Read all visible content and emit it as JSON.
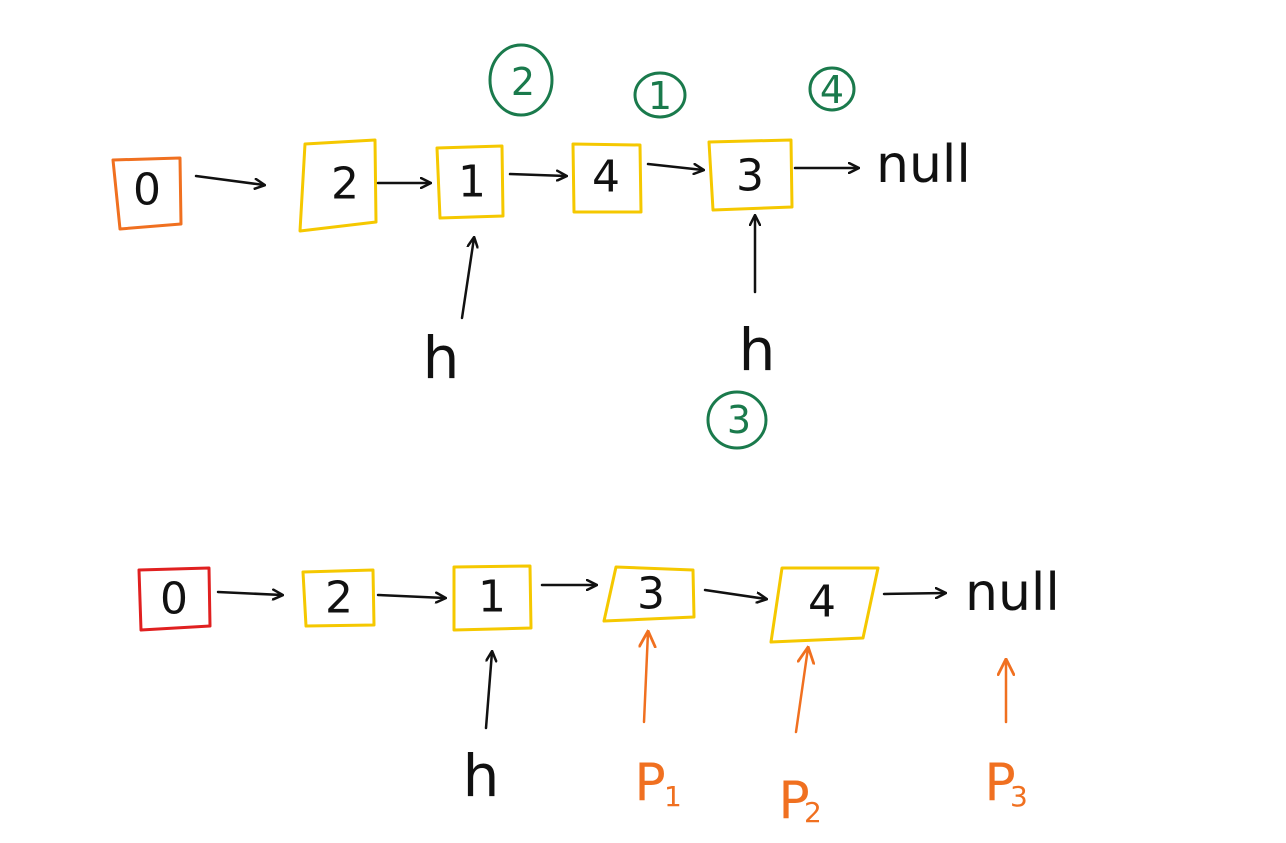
{
  "colors": {
    "dummy_top": "#f07020",
    "dummy_bottom": "#e02020",
    "node": "#f5c800",
    "step": "#1a7a4c",
    "pointer": "#f07020",
    "ink": "#111111"
  },
  "top_list": {
    "dummy": "0",
    "nodes": [
      "2",
      "1",
      "4",
      "3"
    ],
    "null_label": "null",
    "pointers": [
      "h",
      "h"
    ],
    "steps": [
      "2",
      "1",
      "4",
      "3"
    ]
  },
  "bottom_list": {
    "dummy": "0",
    "nodes": [
      "2",
      "1",
      "3",
      "4"
    ],
    "null_label": "null",
    "h_pointer": "h",
    "p_pointers": [
      {
        "base": "P",
        "sub": "1"
      },
      {
        "base": "P",
        "sub": "2"
      },
      {
        "base": "P",
        "sub": "3"
      }
    ]
  }
}
